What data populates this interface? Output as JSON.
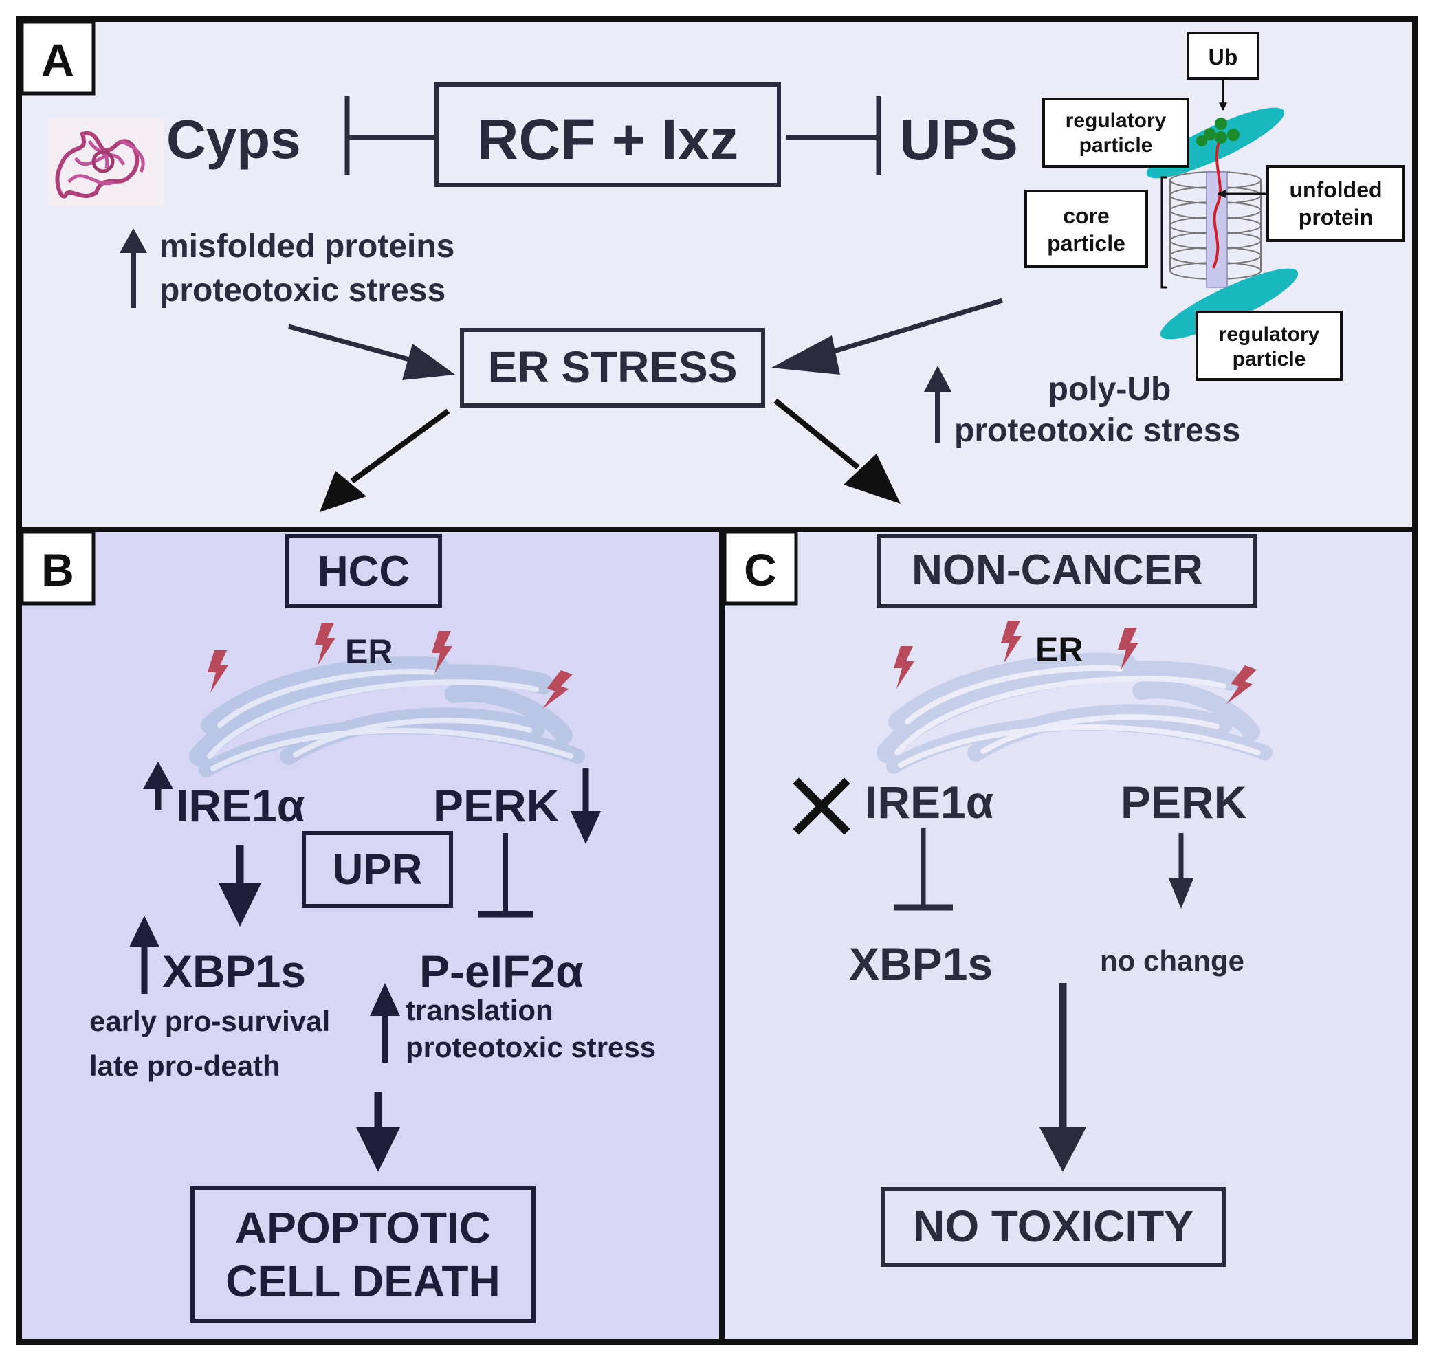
{
  "panels": {
    "a": {
      "label": "A",
      "bg": "#ececf8"
    },
    "b": {
      "label": "B",
      "bg": "#d7d7f5"
    },
    "c": {
      "label": "C",
      "bg": "#e3e3f8"
    }
  },
  "colors": {
    "border": "#111111",
    "text": "#2b2b3d",
    "bolt": "#b84a5c",
    "er": "#b9c6e6",
    "proteasome_cap": "#19b8be",
    "ub": "#1a8a2a",
    "protein": "#d0202a"
  },
  "top": {
    "cyps": "Cyps",
    "drug": "RCF + Ixz",
    "ups": "UPS",
    "misfolded": "misfolded proteins",
    "proteotoxic_left": "proteotoxic stress",
    "er_stress": "ER STRESS",
    "poly_ub": "poly-Ub",
    "proteotoxic_right": "proteotoxic stress",
    "proteasome": {
      "ub": "Ub",
      "reg_top_1": "regulatory",
      "reg_top_2": "particle",
      "unfolded_1": "unfolded",
      "unfolded_2": "protein",
      "core_1": "core",
      "core_2": "particle",
      "reg_bot_1": "regulatory",
      "reg_bot_2": "particle"
    }
  },
  "hcc": {
    "title": "HCC",
    "er": "ER",
    "ire1": "IRE1α",
    "perk": "PERK",
    "upr": "UPR",
    "xbp1s": "XBP1s",
    "early": "early pro-survival",
    "late": "late pro-death",
    "peif2": "P-eIF2α",
    "translation": "translation",
    "proteotoxic": "proteotoxic stress",
    "outcome_1": "APOPTOTIC",
    "outcome_2": "CELL DEATH"
  },
  "noncancer": {
    "title": "NON-CANCER",
    "er": "ER",
    "ire1": "IRE1α",
    "perk": "PERK",
    "xbp1s": "XBP1s",
    "no_change": "no change",
    "outcome": "NO TOXICITY"
  }
}
